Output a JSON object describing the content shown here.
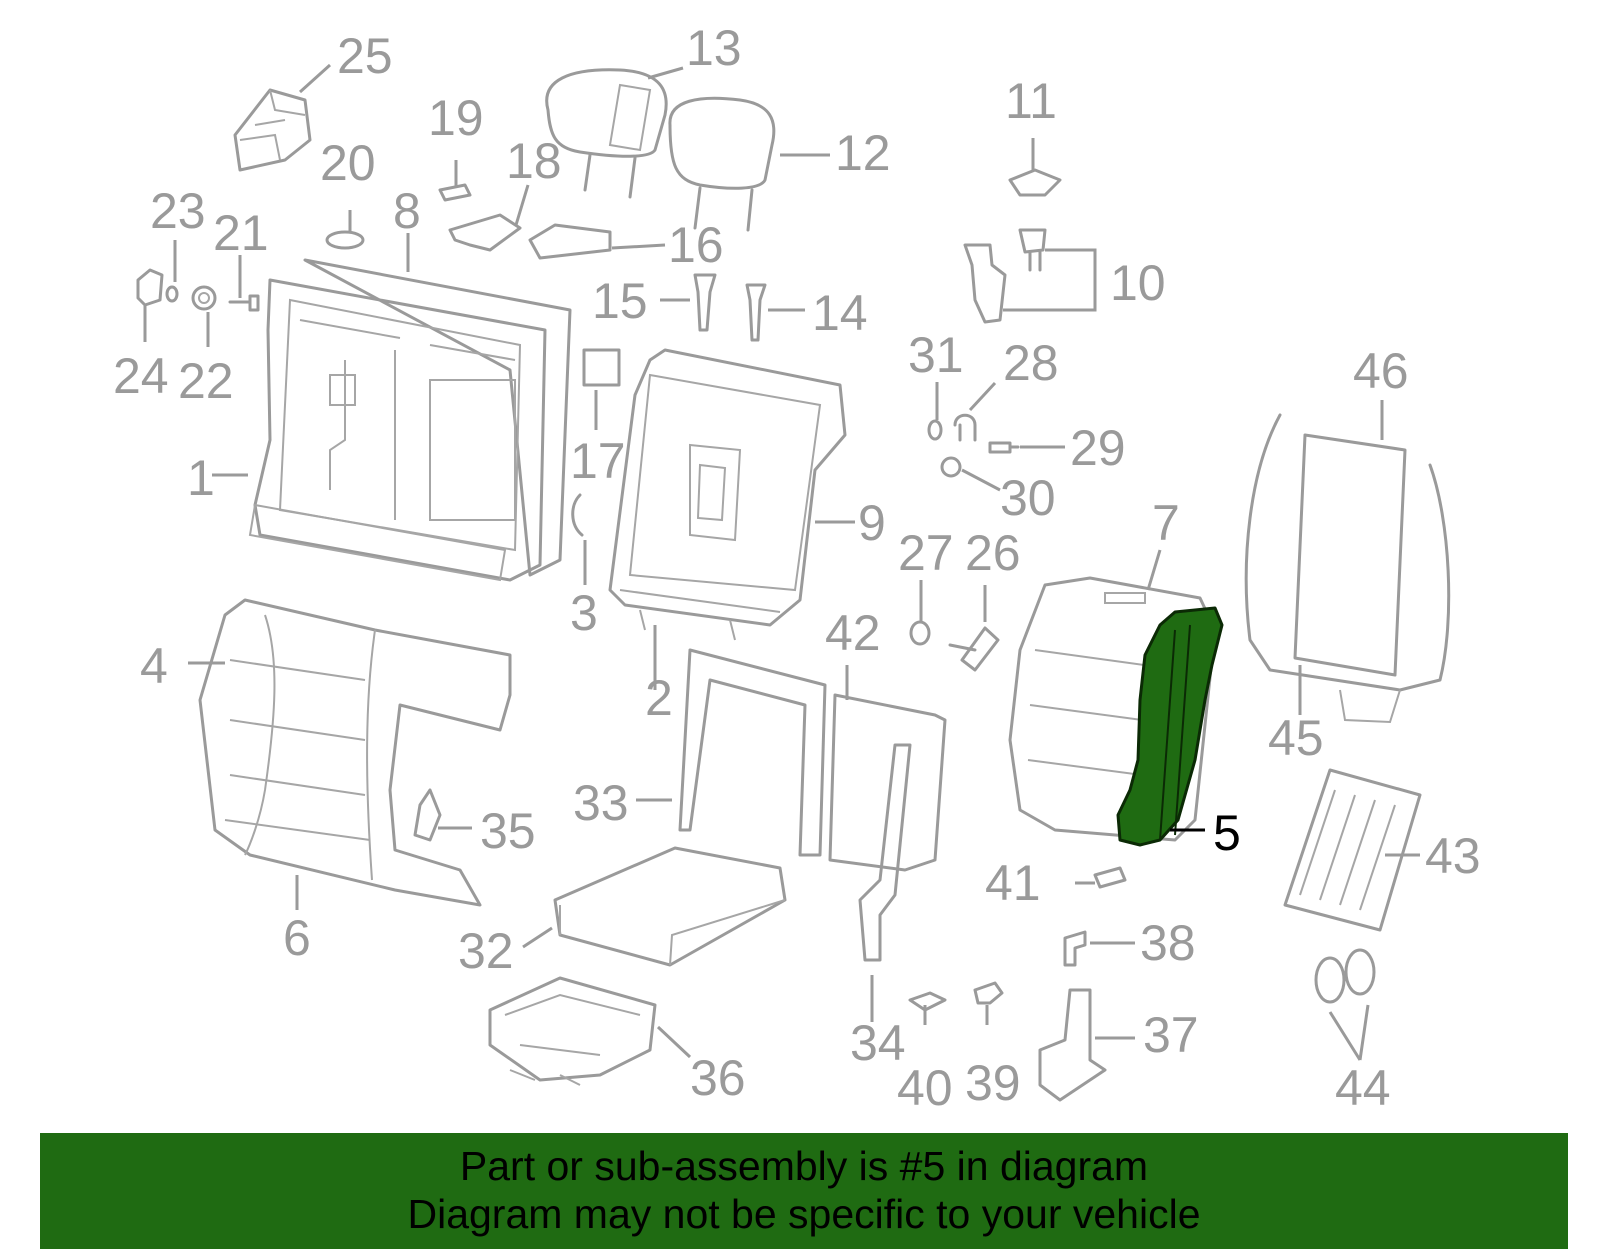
{
  "callouts": {
    "c1": "1",
    "c2": "2",
    "c3": "3",
    "c4": "4",
    "c5": "5",
    "c6": "6",
    "c7": "7",
    "c8": "8",
    "c9": "9",
    "c10": "10",
    "c11": "11",
    "c12": "12",
    "c13": "13",
    "c14": "14",
    "c15": "15",
    "c16": "16",
    "c17": "17",
    "c18": "18",
    "c19": "19",
    "c20": "20",
    "c21": "21",
    "c22": "22",
    "c23": "23",
    "c24": "24",
    "c25": "25",
    "c26": "26",
    "c27": "27",
    "c28": "28",
    "c29": "29",
    "c30": "30",
    "c31": "31",
    "c32": "32",
    "c33": "33",
    "c34": "34",
    "c35": "35",
    "c36": "36",
    "c37": "37",
    "c38": "38",
    "c39": "39",
    "c40": "40",
    "c41": "41",
    "c42": "42",
    "c43": "43",
    "c44": "44",
    "c45": "45",
    "c46": "46"
  },
  "highlighted_part": "5",
  "banner": {
    "line1": "Part or sub-assembly is #5 in diagram",
    "line2": "Diagram may not be specific to your vehicle"
  },
  "colors": {
    "highlight": "#1f6b12",
    "line_art": "#9a9a9a",
    "banner_bg": "#1f6b12"
  }
}
